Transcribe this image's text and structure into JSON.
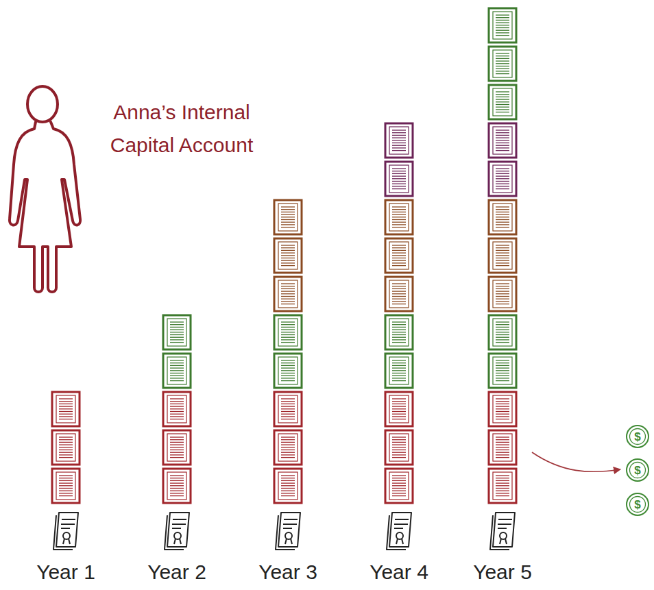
{
  "diagram": {
    "title": "Anna’s Internal Capital Account",
    "labels": [
      "Year 1",
      "Year 2",
      "Year 3",
      "Year 4",
      "Year 5",
      "$",
      "$",
      "$"
    ]
  }
}
